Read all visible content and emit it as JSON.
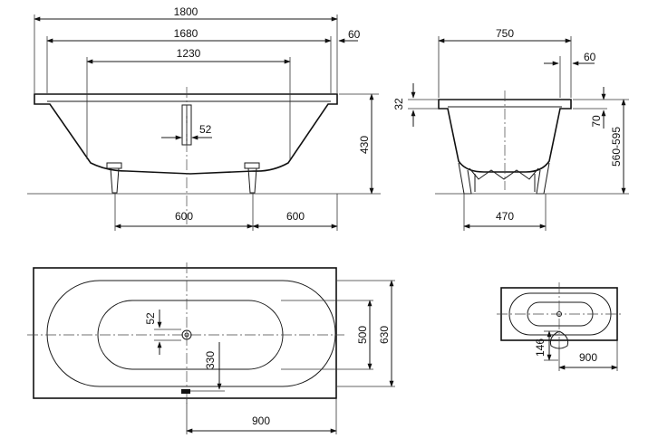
{
  "colors": {
    "ink": "#111111",
    "background": "#ffffff"
  },
  "side_view": {
    "overall_length": "1800",
    "inner_length": "1680",
    "rim_width": "60",
    "bottom_length": "1230",
    "waste_offset": "52",
    "height": "430",
    "leg_spacing_left": "600",
    "leg_spacing_right": "600"
  },
  "end_view": {
    "overall_width": "750",
    "rim_width": "60",
    "rim_thickness": "32",
    "rim_drop": "70",
    "height_range": "560-595",
    "leg_spacing": "470"
  },
  "plan_view": {
    "waste_offset": "52",
    "waste_to_edge": "330",
    "inner_width": "500",
    "overall_width": "630",
    "waste_position": "900"
  },
  "small_plan": {
    "waste_offset": "146",
    "waste_position": "900"
  }
}
